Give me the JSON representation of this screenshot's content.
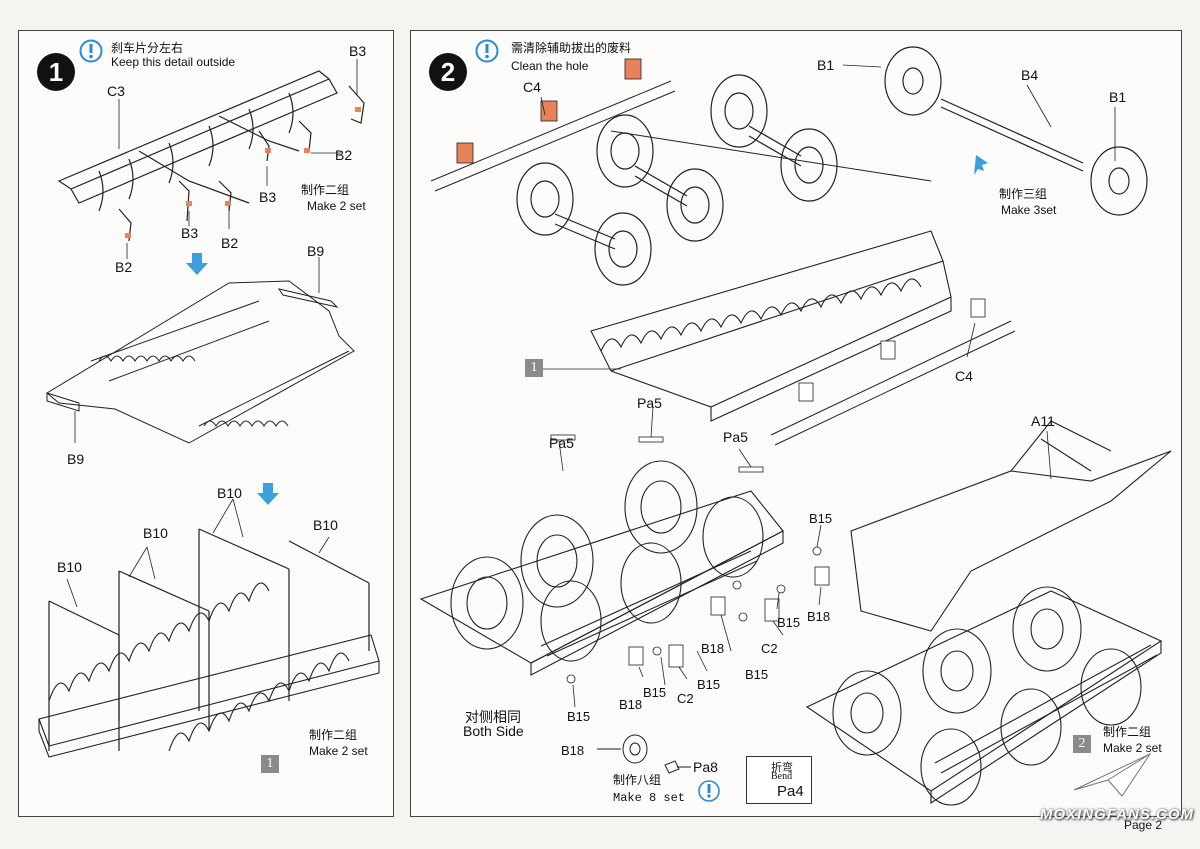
{
  "step1": {
    "number": "1",
    "note_cn": "刹车片分左右",
    "note_en": "Keep this detail outside",
    "labels": {
      "b3_a": "B3",
      "c3": "C3",
      "b2_a": "B2",
      "b3_b": "B3",
      "b3_c": "B3",
      "b2_b": "B2",
      "b2_c": "B2",
      "b9_a": "B9",
      "b9_b": "B9",
      "b10_a": "B10",
      "b10_b": "B10",
      "b10_c": "B10",
      "b10_d": "B10"
    },
    "make_a_cn": "制作二组",
    "make_a_en": "Make 2 set",
    "make_b_cn": "制作二组",
    "make_b_en": "Make 2 set",
    "subref": "1"
  },
  "step2": {
    "number": "2",
    "note_cn": "需清除辅助拔出的废料",
    "note_en": "Clean the hole",
    "labels": {
      "b1_a": "B1",
      "b4": "B4",
      "b1_b": "B1",
      "c4_a": "C4",
      "c4_b": "C4",
      "pa5_a": "Pa5",
      "pa5_b": "Pa5",
      "pa5_c": "Pa5",
      "a11": "A11",
      "b15_a": "B15",
      "b18_a": "B18",
      "b15_b": "B15",
      "c2_a": "C2",
      "b18_b": "B18",
      "b15_c": "B15",
      "b18_c": "B18",
      "b15_d": "B15",
      "c2_b": "C2",
      "b15_e": "B15",
      "b15_f": "B15",
      "b18_d": "B18",
      "pa8": "Pa8"
    },
    "make_three_cn": "制作三组",
    "make_three_en": "Make 3set",
    "both_side_cn": "对侧相同",
    "both_side_en": "Both Side",
    "make_eight_cn": "制作八组",
    "make_eight_en": "Make 8 set",
    "bend_cn": "折弯",
    "bend_en": "Bend",
    "bend_part": "Pa4",
    "make_two_cn": "制作二组",
    "make_two_en": "Make 2 set",
    "subref_a": "1",
    "subref_b": "2"
  },
  "footer": {
    "page": "Page 2",
    "watermark": "MOXINGFANS.COM"
  },
  "colors": {
    "highlight": "#e8825a",
    "arrow": "#3aa0dc",
    "info_icon": "#2a8ccf"
  }
}
